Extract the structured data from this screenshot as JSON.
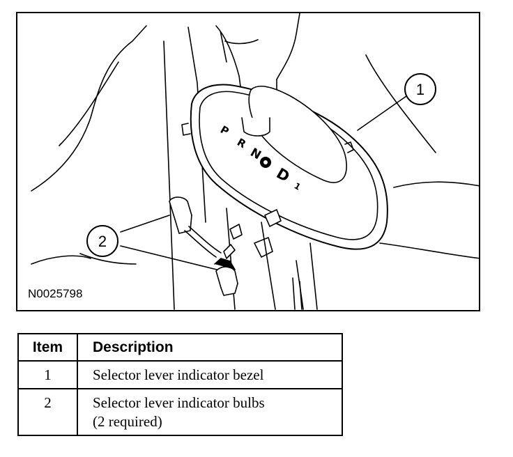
{
  "figure": {
    "id": "N0025798",
    "callouts": [
      "1",
      "2"
    ],
    "shift_letters": [
      "P",
      "R",
      "N",
      "D",
      "1"
    ]
  },
  "table": {
    "headers": {
      "item": "Item",
      "description": "Description"
    },
    "rows": [
      {
        "item": "1",
        "description_lines": [
          "Selector lever indicator bezel"
        ]
      },
      {
        "item": "2",
        "description_lines": [
          "Selector lever indicator bulbs",
          "(2 required)"
        ]
      }
    ]
  }
}
